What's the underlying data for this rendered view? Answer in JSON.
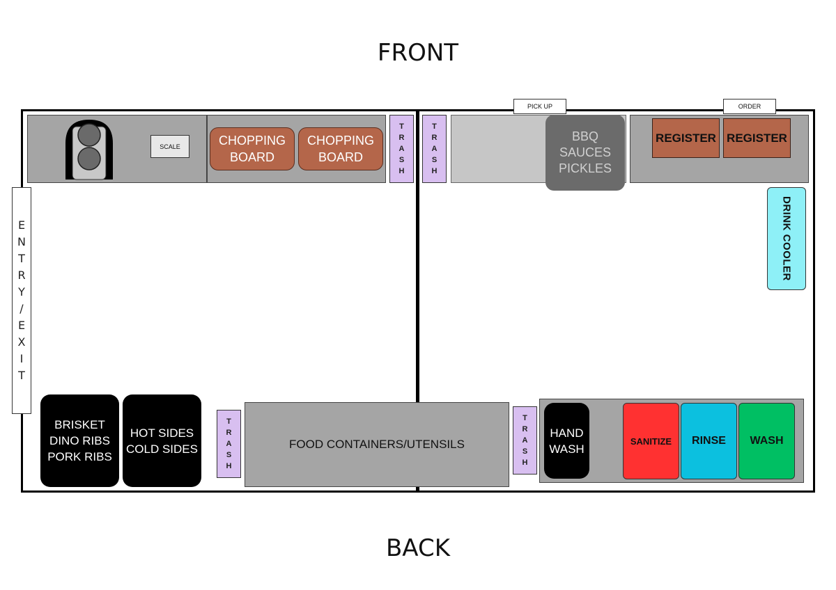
{
  "labels": {
    "front": "FRONT",
    "back": "BACK"
  },
  "entry": {
    "text": "ENTRY/EXIT",
    "letters": [
      "E",
      "N",
      "T",
      "R",
      "Y",
      "/",
      "E",
      "X",
      "I",
      "T"
    ]
  },
  "front_left": {
    "scale": "SCALE",
    "chopping_boards": [
      {
        "line1": "CHOPPING",
        "line2": "BOARD"
      },
      {
        "line1": "CHOPPING",
        "line2": "BOARD"
      }
    ]
  },
  "trash": {
    "label": "TRASH",
    "letters": [
      "T",
      "R",
      "A",
      "S",
      "H"
    ]
  },
  "front_right": {
    "pickup": "PICK UP",
    "order": "ORDER",
    "condiments": {
      "line1": "BBQ",
      "line2": "SAUCES",
      "line3": "PICKLES"
    },
    "registers": [
      "REGISTER",
      "REGISTER"
    ],
    "drink_cooler": "DRINK COOLER"
  },
  "back_left": {
    "meats": {
      "line1": "BRISKET",
      "line2": "DINO RIBS",
      "line3": "PORK RIBS"
    },
    "sides": {
      "line1": "HOT SIDES",
      "line2": "COLD SIDES"
    },
    "food_containers": "FOOD CONTAINERS/UTENSILS"
  },
  "back_right": {
    "hand_wash": {
      "line1": "HAND",
      "line2": "WASH"
    },
    "sinks": [
      {
        "label": "SANITIZE",
        "color": "#ff3131"
      },
      {
        "label": "RINSE",
        "color": "#0cc0df"
      },
      {
        "label": "WASH",
        "color": "#00bf63"
      }
    ]
  },
  "colors": {
    "counter": "#a5a5a5",
    "condiment_counter": "#c6c6c6",
    "chopping_board": "#b4664a",
    "trash": "#d8bff0",
    "drink_cooler": "#8ef0f7",
    "condiment_box": "#6b6b6b"
  }
}
